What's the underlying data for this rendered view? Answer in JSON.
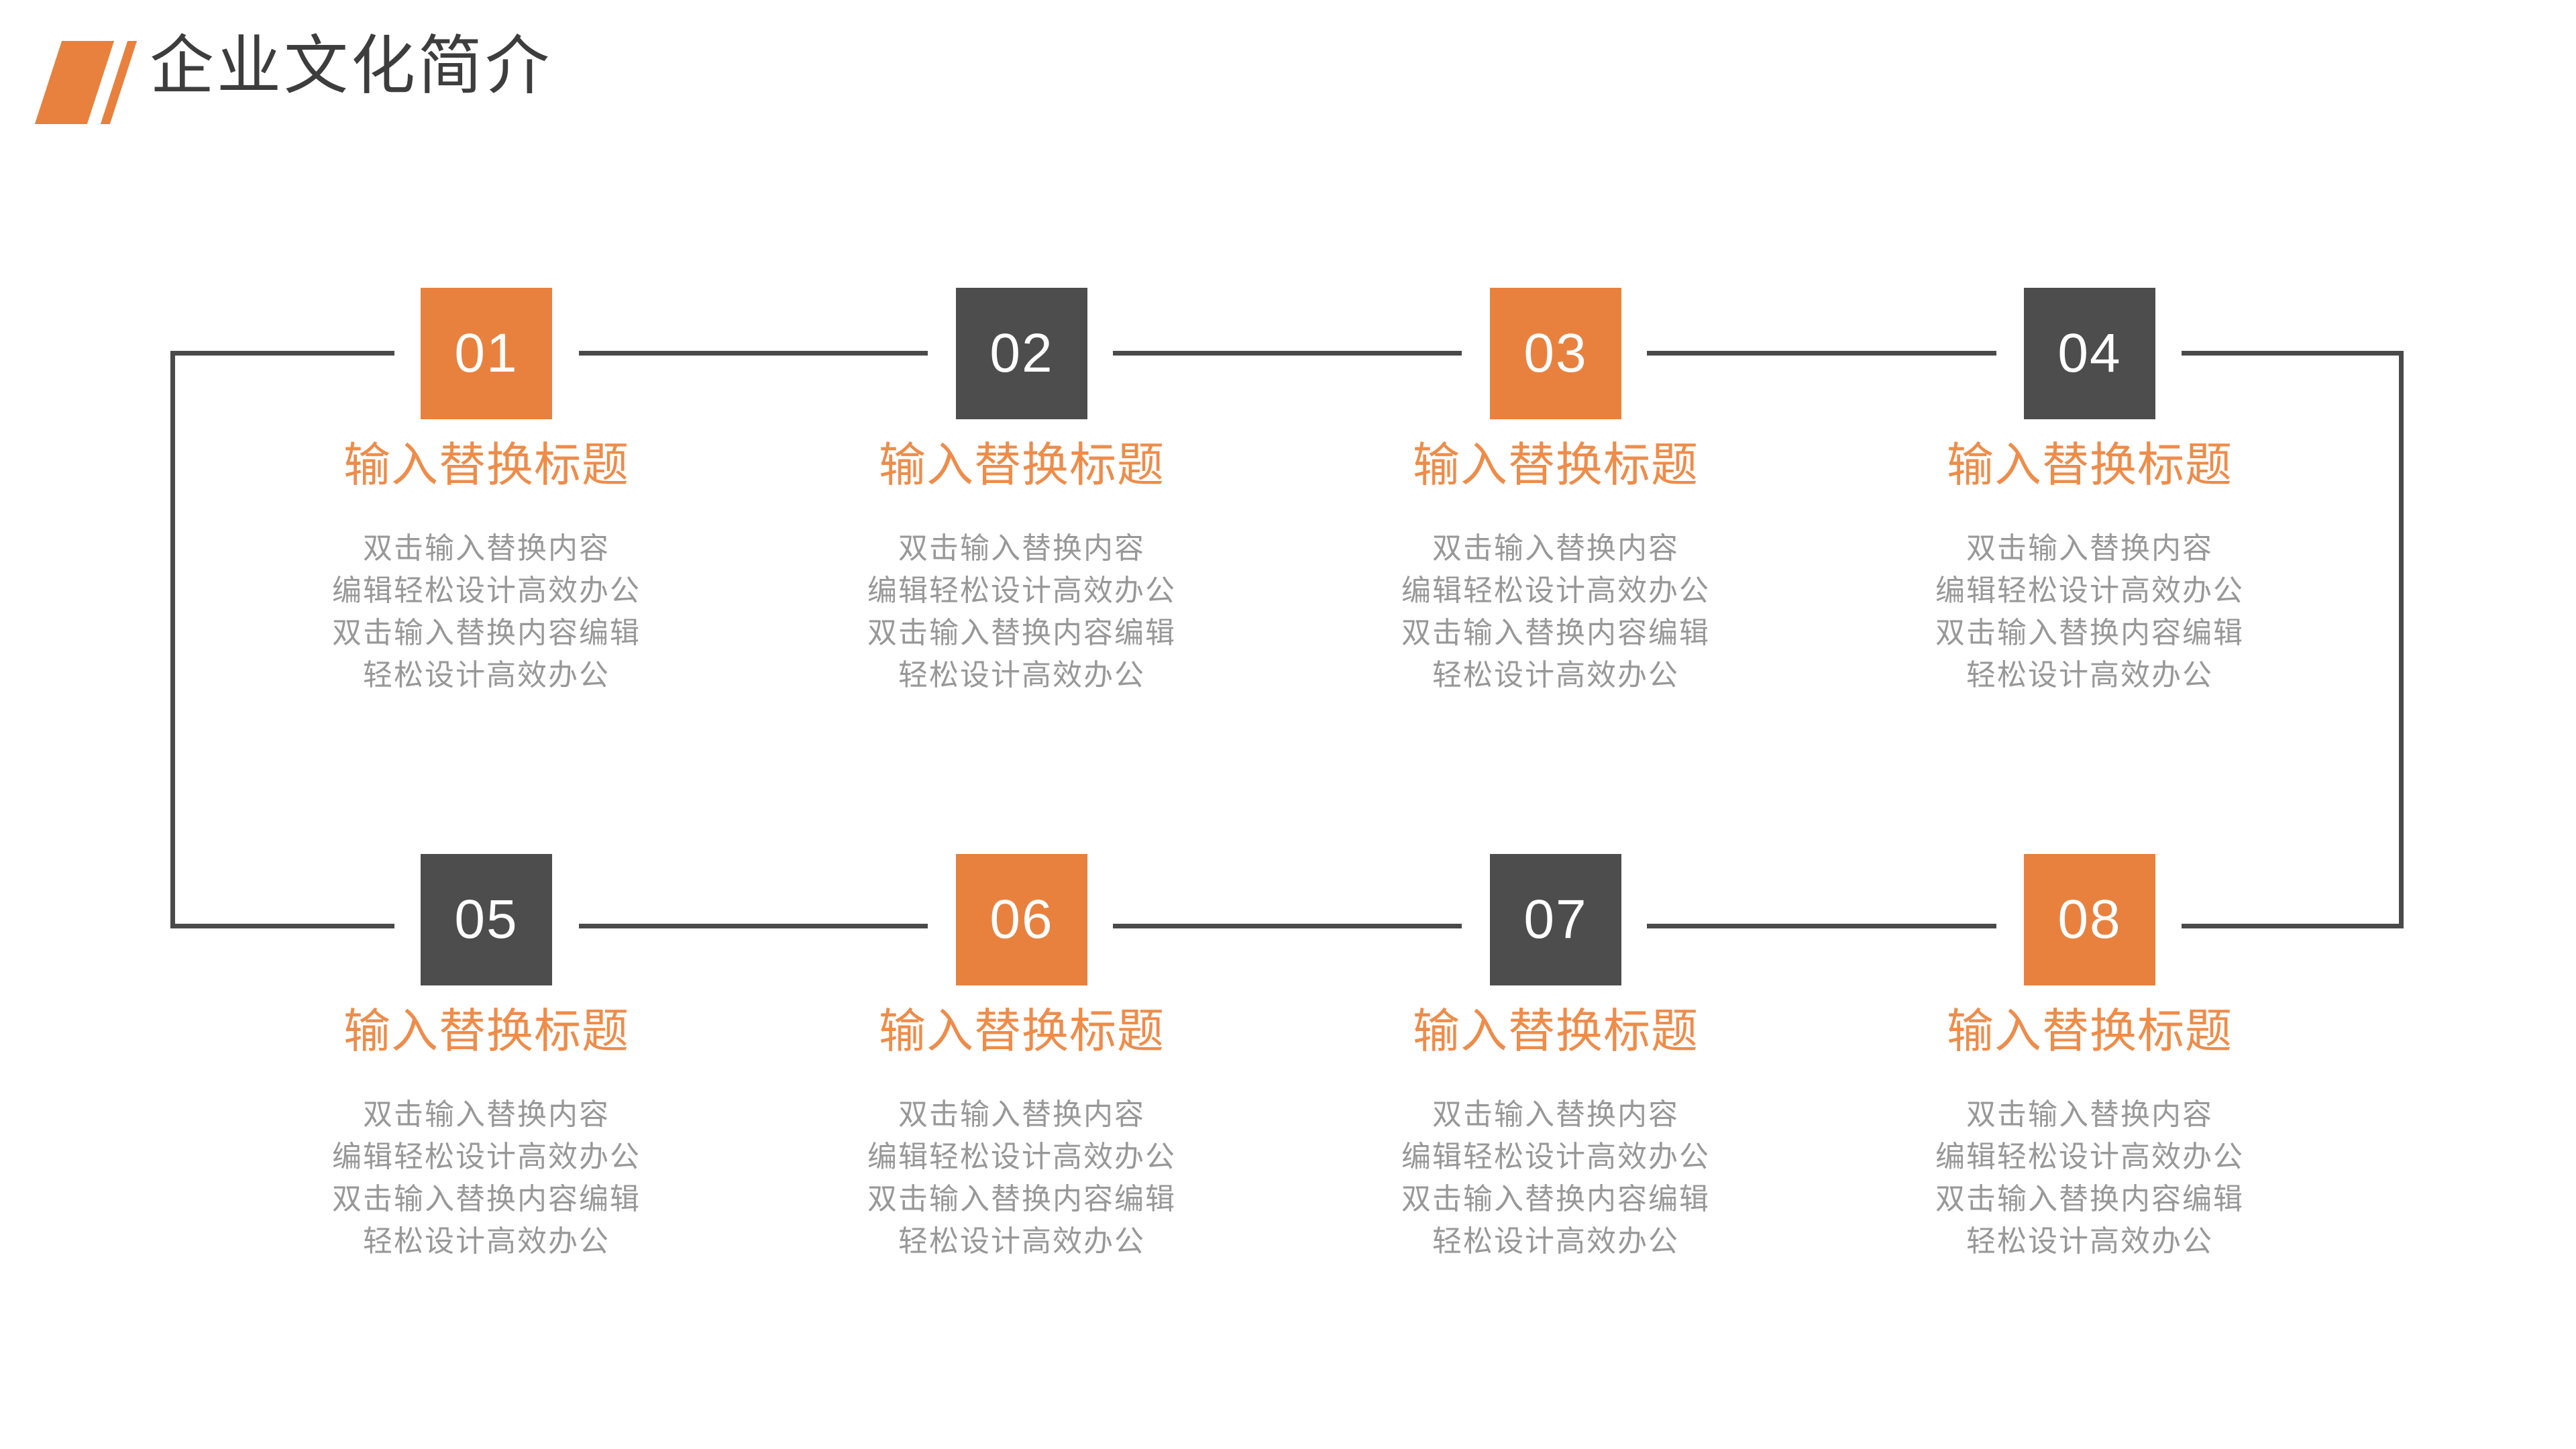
{
  "header": {
    "title": "企业文化简介",
    "icon": "double-slash-icon"
  },
  "colors": {
    "accent_orange": "#E8813E",
    "box_dark_gray": "#4D4D4D",
    "connector_line": "#4A4A4A",
    "page_title_text": "#3D3D3D",
    "item_title_text": "#EE8C4A",
    "body_text": "#989898",
    "number_text": "#FFFFFF",
    "background": "#FFFFFF"
  },
  "items": [
    {
      "number": "01",
      "variant": "orange",
      "title": "输入替换标题",
      "body": "双击输入替换内容\n编辑轻松设计高效办公\n双击输入替换内容编辑\n轻松设计高效办公"
    },
    {
      "number": "02",
      "variant": "dark",
      "title": "输入替换标题",
      "body": "双击输入替换内容\n编辑轻松设计高效办公\n双击输入替换内容编辑\n轻松设计高效办公"
    },
    {
      "number": "03",
      "variant": "orange",
      "title": "输入替换标题",
      "body": "双击输入替换内容\n编辑轻松设计高效办公\n双击输入替换内容编辑\n轻松设计高效办公"
    },
    {
      "number": "04",
      "variant": "dark",
      "title": "输入替换标题",
      "body": "双击输入替换内容\n编辑轻松设计高效办公\n双击输入替换内容编辑\n轻松设计高效办公"
    },
    {
      "number": "05",
      "variant": "dark",
      "title": "输入替换标题",
      "body": "双击输入替换内容\n编辑轻松设计高效办公\n双击输入替换内容编辑\n轻松设计高效办公"
    },
    {
      "number": "06",
      "variant": "orange",
      "title": "输入替换标题",
      "body": "双击输入替换内容\n编辑轻松设计高效办公\n双击输入替换内容编辑\n轻松设计高效办公"
    },
    {
      "number": "07",
      "variant": "dark",
      "title": "输入替换标题",
      "body": "双击输入替换内容\n编辑轻松设计高效办公\n双击输入替换内容编辑\n轻松设计高效办公"
    },
    {
      "number": "08",
      "variant": "orange",
      "title": "输入替换标题",
      "body": "双击输入替换内容\n编辑轻松设计高效办公\n双击输入替换内容编辑\n轻松设计高效办公"
    }
  ]
}
